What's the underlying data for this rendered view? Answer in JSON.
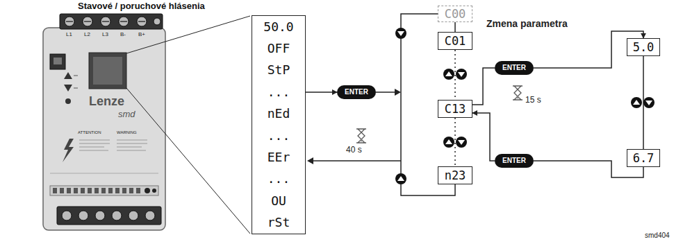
{
  "diagram": {
    "title": "Stavové / poruchové hlásenia",
    "nodes": [
      {
        "text": [
          "50.0",
          "OFF",
          "StP",
          "...",
          "nEd",
          "...",
          "EEr",
          "...",
          "OU",
          "rSt"
        ]
      },
      {
        "text": [
          "ENTER"
        ]
      },
      {
        "text": [
          "C00"
        ]
      },
      {
        "text": [
          "C01"
        ]
      },
      {
        "text": [
          "C13"
        ]
      },
      {
        "text": [
          "n23"
        ]
      },
      {
        "text": [
          "ENTER"
        ]
      },
      {
        "text": [
          "ENTER"
        ]
      },
      {
        "text": [
          "5.0"
        ]
      },
      {
        "text": [
          "6.7"
        ]
      }
    ],
    "edges": [
      {
        "from": 0,
        "to": 1,
        "arrow": "to"
      },
      {
        "from": 2,
        "to": 3,
        "arrow": "none"
      },
      {
        "from": 3,
        "to": 4,
        "arrow": "none"
      },
      {
        "from": 4,
        "to": 5,
        "arrow": "none"
      },
      {
        "from": 4,
        "to": 6,
        "arrow": "none"
      },
      {
        "from": 6,
        "to": 8,
        "arrow": "to"
      },
      {
        "from": 8,
        "to": 9,
        "arrow": "none"
      },
      {
        "from": 9,
        "to": 7,
        "arrow": "none"
      },
      {
        "from": 7,
        "to": 4,
        "arrow": "to"
      }
    ],
    "labels": [
      "Zmena parametra",
      "40 s",
      "15 s",
      "smd404",
      "L1",
      "L2",
      "L3",
      "B-",
      "B+",
      "Lenze",
      "smd",
      "ATTENTION",
      "WARNING"
    ]
  }
}
